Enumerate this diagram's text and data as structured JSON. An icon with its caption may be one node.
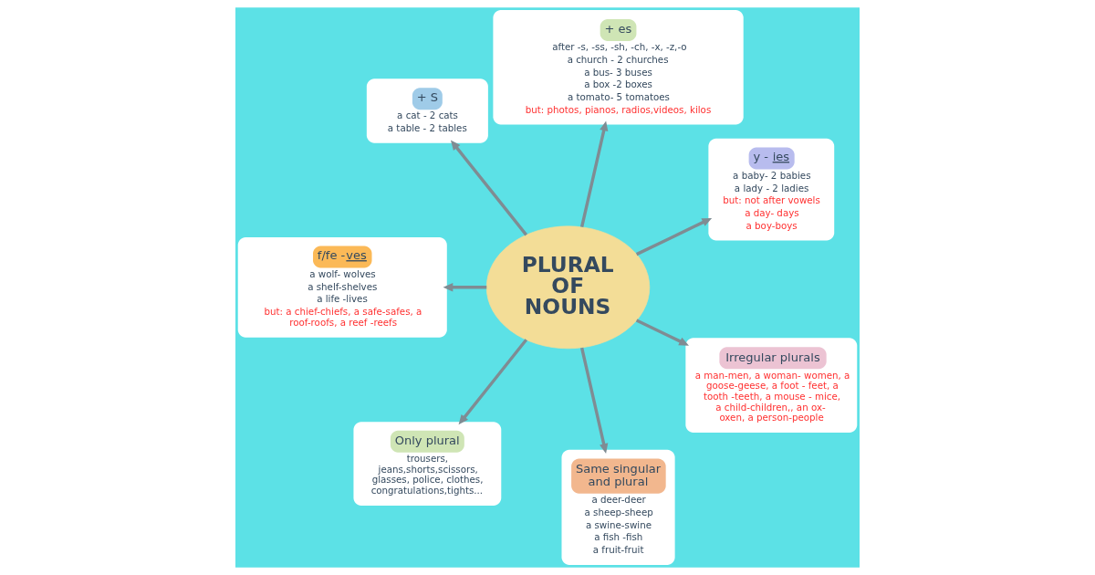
{
  "diagram": {
    "nodes": [
      {
        "text": [
          "PLURAL OF NOUNS"
        ]
      },
      {
        "text": [
          "+ S",
          "a cat - 2 cats",
          "a table - 2 tables"
        ]
      },
      {
        "text": [
          "+ es",
          "after -s, -ss, -sh, -ch, -x, -z,-o",
          "a church - 2 churches",
          "a bus- 3 buses",
          "a box -2 boxes",
          "a tomato- 5 tomatoes",
          "but: photos, pianos, radios,videos, kilos"
        ]
      },
      {
        "text": [
          "y - ies",
          "a baby- 2 babies",
          "a lady - 2 ladies",
          "but: not after vowels",
          "a day- days",
          "a boy-boys"
        ]
      },
      {
        "text": [
          "f/fe -ves",
          "a wolf- wolves",
          "a shelf-shelves",
          "a life -lives",
          "but: a chief-chiefs, a safe-safes, a roof-roofs, a reef -reefs"
        ]
      },
      {
        "text": [
          "Irregular plurals",
          "a man-men, a woman- women, a goose-geese, a foot - feet, a tooth -teeth, a mouse - mice, a child-children,, an ox- oxen, a person-people"
        ]
      },
      {
        "text": [
          "Only plural",
          "trousers, jeans,shorts,scissors, glasses, police, clothes, congratulations,tights..."
        ]
      },
      {
        "text": [
          "Same singular and plural",
          "a deer-deer",
          "a sheep-sheep",
          "a swine-swine",
          "a fish -fish",
          "a fruit-fruit"
        ]
      }
    ],
    "edges": [
      {
        "from": 0,
        "to": 1,
        "arrow": "to"
      },
      {
        "from": 0,
        "to": 2,
        "arrow": "to"
      },
      {
        "from": 0,
        "to": 3,
        "arrow": "to"
      },
      {
        "from": 0,
        "to": 4,
        "arrow": "to"
      },
      {
        "from": 0,
        "to": 5,
        "arrow": "to"
      },
      {
        "from": 0,
        "to": 6,
        "arrow": "to"
      },
      {
        "from": 0,
        "to": 7,
        "arrow": "to"
      }
    ]
  }
}
